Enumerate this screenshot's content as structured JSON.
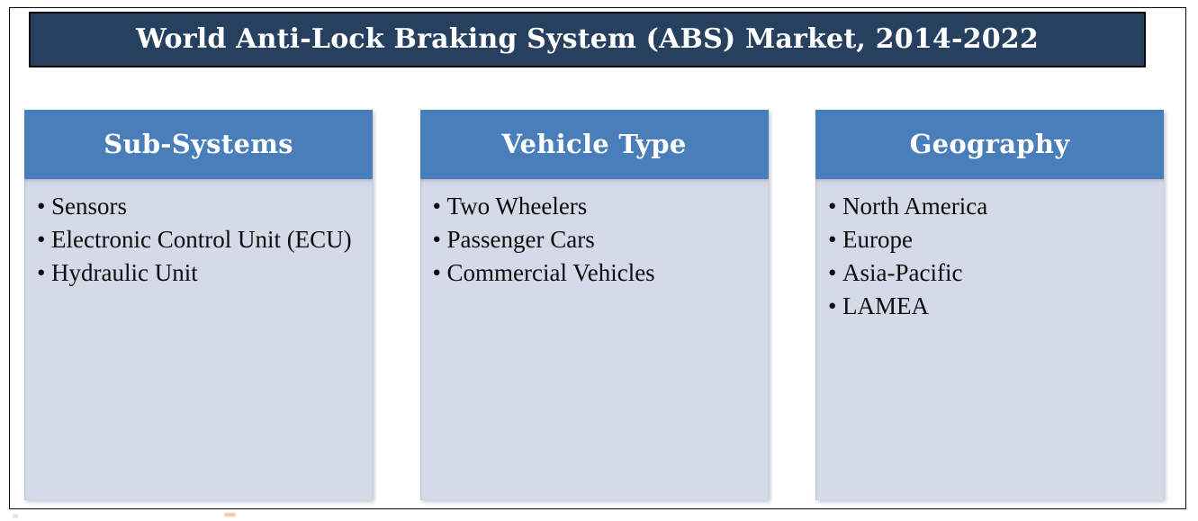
{
  "title": {
    "text": "World Anti-Lock Braking System (ABS) Market, 2014-2022",
    "background_color": "#27405f",
    "text_color": "#ffffff",
    "border_color": "#0a0a0a"
  },
  "theme": {
    "column_header_color": "#4a7ebb",
    "column_body_color": "#d4dae8",
    "body_text_color": "#0d0d0d",
    "page_background": "#ffffff",
    "frame_color": "#0b0b0b"
  },
  "columns": [
    {
      "header": "Sub-Systems",
      "items": [
        "Sensors",
        "Electronic Control Unit (ECU)",
        "Hydraulic Unit"
      ]
    },
    {
      "header": "Vehicle Type",
      "items": [
        "Two Wheelers",
        "Passenger Cars",
        "Commercial Vehicles"
      ]
    },
    {
      "header": "Geography",
      "items": [
        "North America",
        "Europe",
        "Asia-Pacific",
        "LAMEA"
      ]
    }
  ]
}
